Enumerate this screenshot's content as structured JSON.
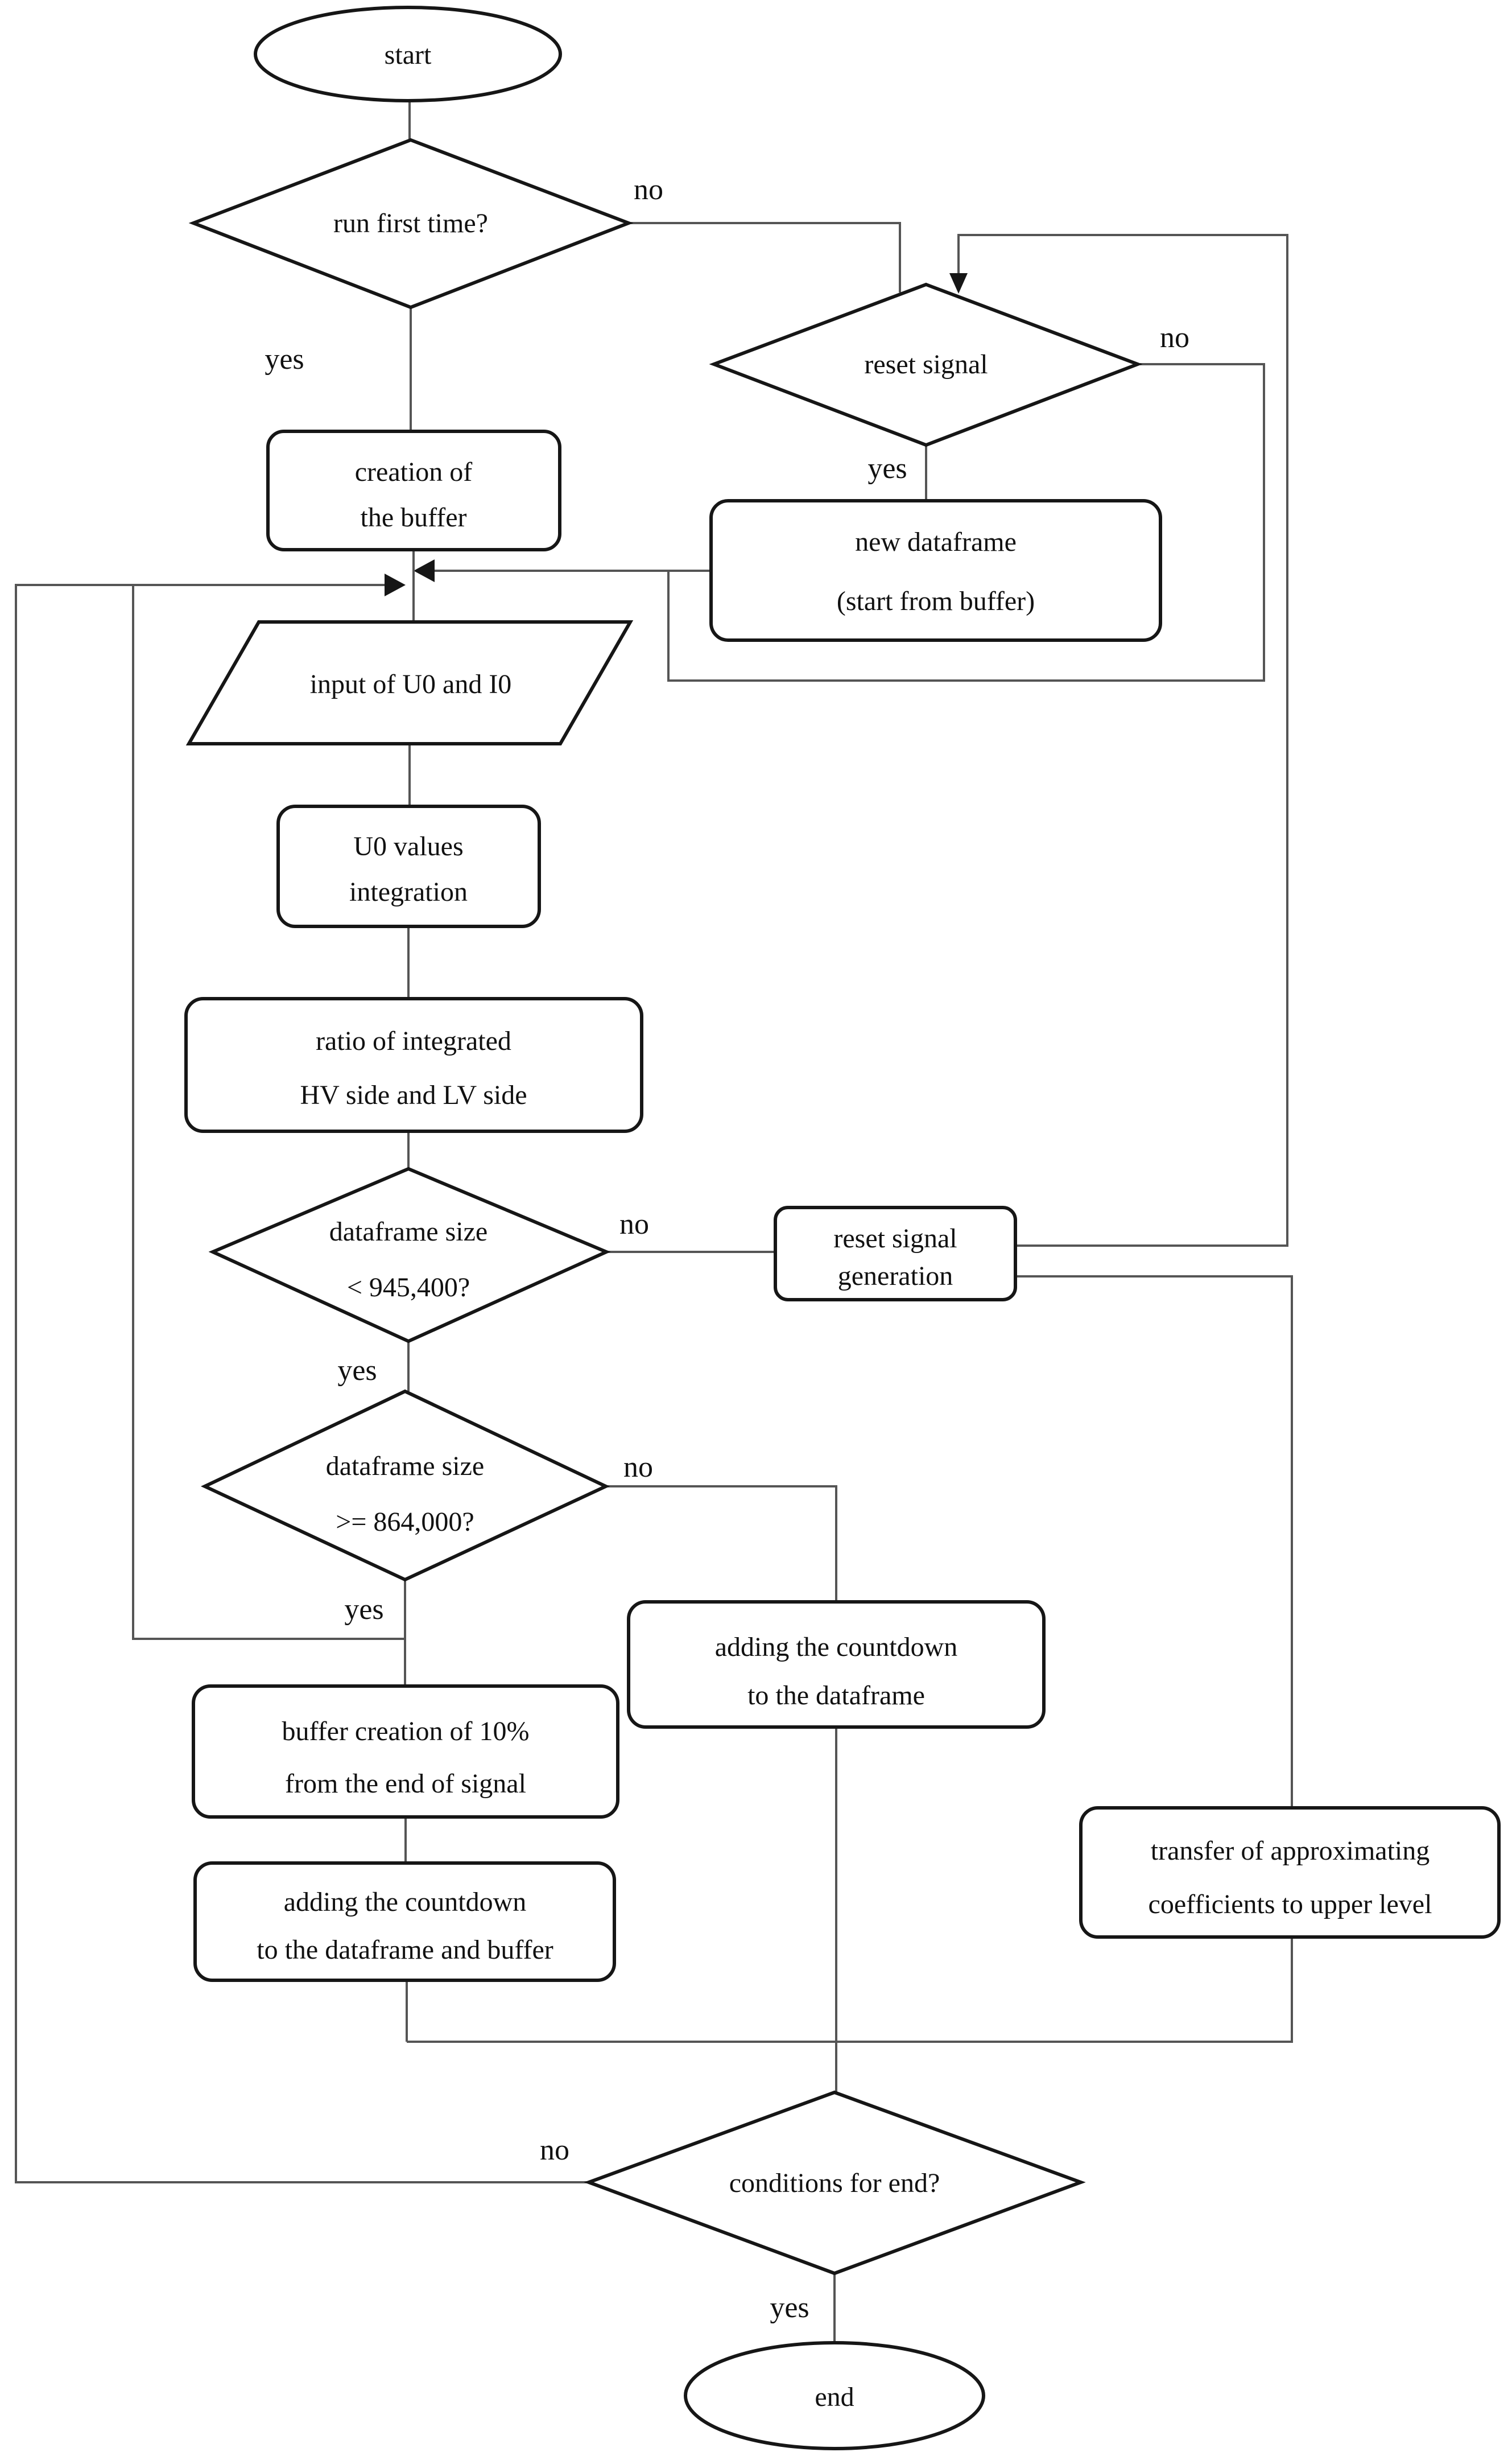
{
  "figure": {
    "type": "flowchart",
    "background_color": "#ffffff",
    "shape_stroke_color": "#161616",
    "connector_color": "#555555",
    "text_color": "#111111"
  },
  "nodes": {
    "start": {
      "label": "start"
    },
    "run_first_time": {
      "label": "run first time?"
    },
    "reset_signal": {
      "label": "reset signal"
    },
    "creation_buffer": {
      "line1": "creation of",
      "line2": "the buffer"
    },
    "new_dataframe": {
      "line1": "new dataframe",
      "line2": "(start from buffer)"
    },
    "input_u0_i0": {
      "label": "input of U0 and I0"
    },
    "u0_integration": {
      "line1": "U0 values",
      "line2": "integration"
    },
    "ratio_integrated": {
      "line1": "ratio of integrated",
      "line2": "HV side and LV side"
    },
    "dataframe_lt": {
      "line1": "dataframe size",
      "line2": "< 945,400?"
    },
    "reset_signal_generation": {
      "line1": "reset signal",
      "line2": "generation"
    },
    "dataframe_ge": {
      "line1": "dataframe size",
      "line2": ">= 864,000?"
    },
    "adding_countdown_dataframe": {
      "line1": "adding the countdown",
      "line2": "to the dataframe"
    },
    "buffer_creation_10": {
      "line1": "buffer creation of 10%",
      "line2": "from the end of signal"
    },
    "adding_countdown_buffer": {
      "line1": "adding the countdown",
      "line2": "to the dataframe and buffer"
    },
    "transfer_coefficients": {
      "line1": "transfer of approximating",
      "line2": "coefficients to upper level"
    },
    "conditions_end": {
      "label": "conditions for end?"
    },
    "end": {
      "label": "end"
    }
  },
  "edge_labels": {
    "run_first_no": "no",
    "run_first_yes": "yes",
    "reset_no": "no",
    "reset_yes": "yes",
    "lt_no": "no",
    "lt_yes": "yes",
    "ge_no": "no",
    "ge_yes": "yes",
    "cond_no": "no",
    "cond_yes": "yes"
  }
}
